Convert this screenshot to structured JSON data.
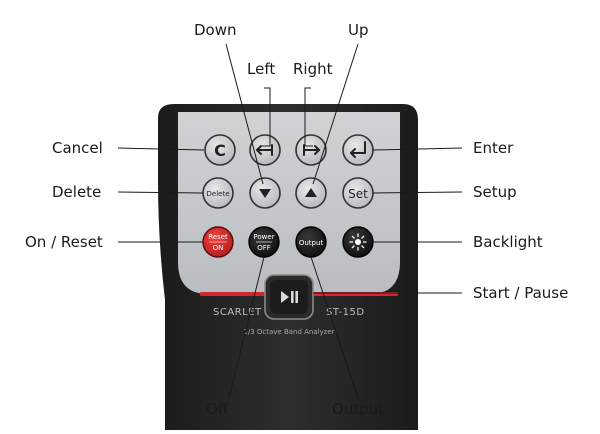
{
  "device": {
    "brand": "SCARLET",
    "model": "ST-15D",
    "subtitle": "1/3 Octave Band Analyzer",
    "accent_red": "#d6252b",
    "body_dark": "#232323",
    "panel_gray": "#c5c8cc"
  },
  "buttons": {
    "cancel": {
      "glyph": "C",
      "icon": "cancel-c-icon"
    },
    "left": {
      "icon": "arrow-left-icon"
    },
    "right": {
      "icon": "arrow-right-icon"
    },
    "enter": {
      "icon": "enter-return-icon"
    },
    "delete": {
      "label": "Delete"
    },
    "down": {
      "icon": "triangle-down-icon"
    },
    "up": {
      "icon": "triangle-up-icon"
    },
    "setup": {
      "label": "Set"
    },
    "reset": {
      "label_top": "Reset",
      "label_bottom": "ON"
    },
    "power": {
      "label_top": "Power",
      "label_bottom": "OFF"
    },
    "output": {
      "label": "Output"
    },
    "backlight": {
      "icon": "sun-backlight-icon"
    },
    "start_pause": {
      "glyph": "▶II",
      "icon": "play-pause-icon"
    }
  },
  "callouts": {
    "down": "Down",
    "up": "Up",
    "left": "Left",
    "right": "Right",
    "cancel": "Cancel",
    "enter": "Enter",
    "delete": "Delete",
    "setup": "Setup",
    "on_reset": "On / Reset",
    "backlight": "Backlight",
    "start_pause": "Start / Pause",
    "off": "Off",
    "output": "Output"
  }
}
